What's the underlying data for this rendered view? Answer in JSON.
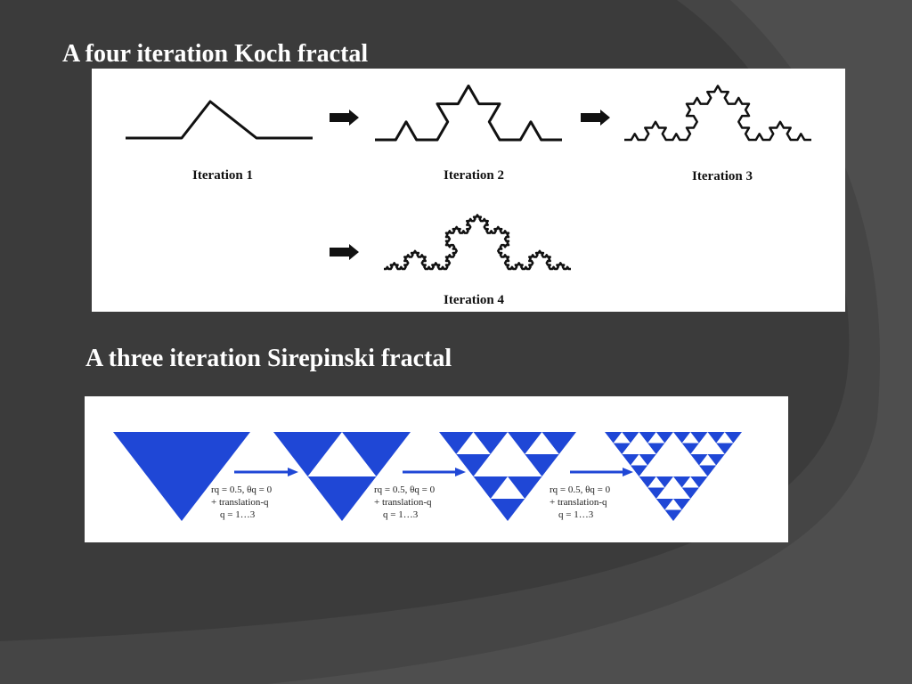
{
  "slide": {
    "koch_title": "A four iteration Koch fractal",
    "sierpinski_title": "A three iteration Sirepinski fractal"
  },
  "koch": {
    "labels": [
      "Iteration 1",
      "Iteration 2",
      "Iteration 3",
      "Iteration 4"
    ]
  },
  "sierpinski": {
    "transform_steps": [
      {
        "line1": "rq = 0.5, θq = 0",
        "line2": "+ translation-q",
        "line3": "q = 1…3"
      },
      {
        "line1": "rq = 0.5, θq = 0",
        "line2": "+ translation-q",
        "line3": "q = 1…3"
      },
      {
        "line1": "rq = 0.5, θq = 0",
        "line2": "+ translation-q",
        "line3": "q = 1…3"
      }
    ],
    "colors": {
      "fill": "#1f47d6",
      "hole": "#ffffff"
    }
  },
  "theme": {
    "background": "#3b3b3b",
    "swoosh": "#474747",
    "text": "#ffffff"
  }
}
